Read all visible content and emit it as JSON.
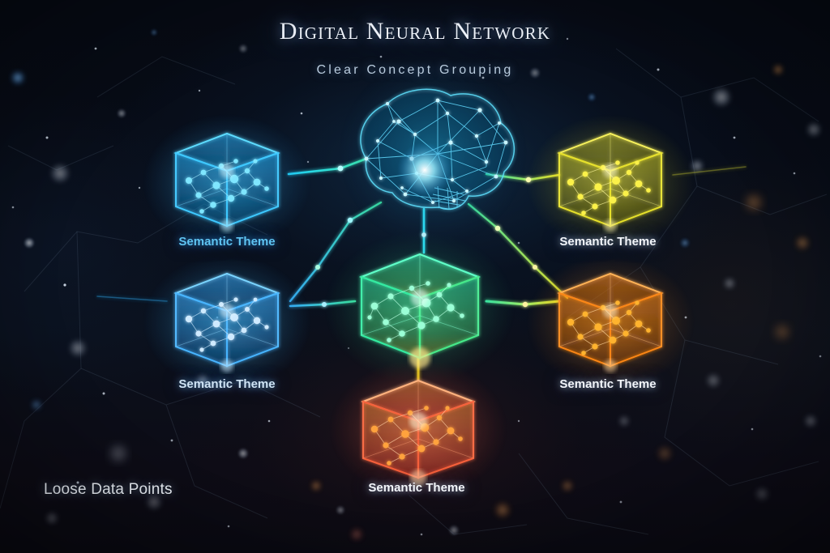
{
  "header": {
    "title": "Digital Neural Network",
    "subtitle": "Clear Concept Grouping"
  },
  "colors": {
    "background": "#080d18",
    "title_text": "#f2f7ff",
    "subtitle_text": "#b9cbdd",
    "cyan": "#22d3ee",
    "blue": "#3aa8f0",
    "green": "#35e08a",
    "yellow": "#e8e028",
    "orange": "#f98010",
    "red": "#f2453d",
    "label_blue": "#5fc4f2",
    "label_icy": "#cfe4f5",
    "label_white": "#f3f6fb"
  },
  "diagram": {
    "hub": {
      "name": "neural-brain",
      "type": "wireframe-brain",
      "color": "#2fd4f5"
    },
    "nodes": [
      {
        "id": "node-top-left",
        "label": "Semantic Theme",
        "color": "#1fb6f0",
        "glow": "#66e0ff",
        "label_style": "lbl-blue"
      },
      {
        "id": "node-top-right",
        "label": "Semantic Theme",
        "color": "#e4dd22",
        "glow": "#f7f57a",
        "label_style": "lbl-white"
      },
      {
        "id": "node-mid-left",
        "label": "Semantic Theme",
        "color": "#2f9ef2",
        "glow": "#8fd4ff",
        "label_style": "lbl-icy"
      },
      {
        "id": "node-center",
        "label": "",
        "color": "#2fdf94",
        "glow": "#88ffc8",
        "label_style": ""
      },
      {
        "id": "node-mid-right",
        "label": "Semantic Theme",
        "color": "#fa7d12",
        "glow": "#ffc166",
        "label_style": "lbl-white"
      },
      {
        "id": "node-bottom",
        "label": "Semantic Theme",
        "color": "#f04a33",
        "glow": "#ff9e77",
        "label_style": "lbl-white"
      }
    ],
    "annotation": "Loose Data Points"
  }
}
